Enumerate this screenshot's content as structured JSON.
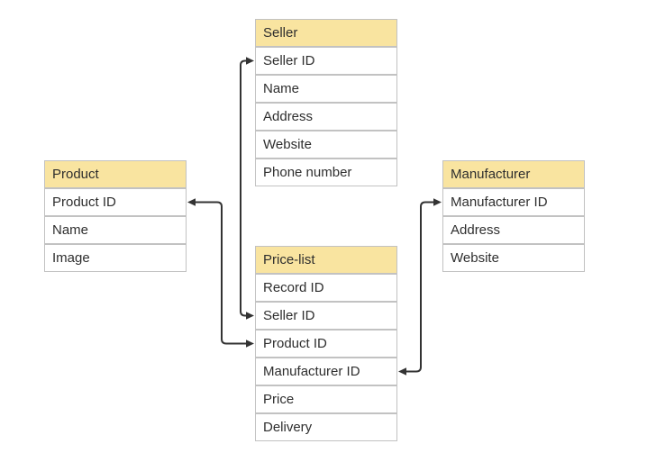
{
  "diagram": {
    "type": "entity-relationship",
    "colors": {
      "canvas_bg": "#ffffff",
      "header_bg": "#f9e4a0",
      "border": "#c2c2c2",
      "text": "#2e2e2e",
      "arrow": "#333333"
    },
    "entities": [
      {
        "title": "Product",
        "fields": [
          "Product ID",
          "Name",
          "Image"
        ]
      },
      {
        "title": "Seller",
        "fields": [
          "Seller ID",
          "Name",
          "Address",
          "Website",
          "Phone number"
        ]
      },
      {
        "title": "Manufacturer",
        "fields": [
          "Manufacturer ID",
          "Address",
          "Website"
        ]
      },
      {
        "title": "Price-list",
        "fields": [
          "Record ID",
          "Seller ID",
          "Product ID",
          "Manufacturer ID",
          "Price",
          "Delivery"
        ]
      }
    ],
    "relationships": [
      {
        "from": "Price-list.Seller ID",
        "to": "Seller.Seller ID",
        "arrows": "both-ends"
      },
      {
        "from": "Price-list.Product ID",
        "to": "Product.Product ID",
        "arrows": "both-ends"
      },
      {
        "from": "Price-list.Manufacturer ID",
        "to": "Manufacturer.Manufacturer ID",
        "arrows": "both-ends"
      }
    ]
  }
}
